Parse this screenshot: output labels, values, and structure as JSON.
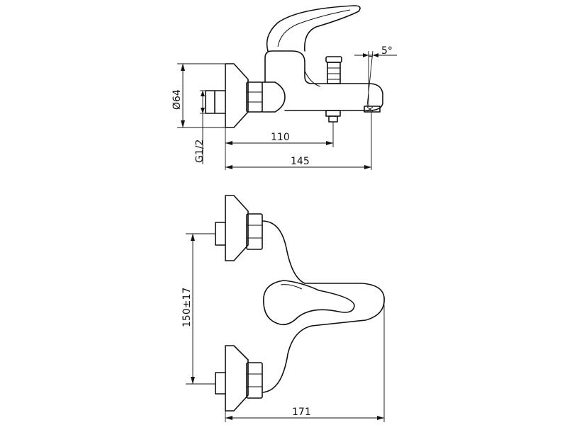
{
  "dimensions": {
    "side_view": {
      "diameter": "Ø64",
      "thread": "G1/2",
      "spout_offset": "110",
      "overall_depth": "145",
      "angle": "5°"
    },
    "front_view": {
      "center_distance": "150±17",
      "overall_width": "171"
    }
  }
}
